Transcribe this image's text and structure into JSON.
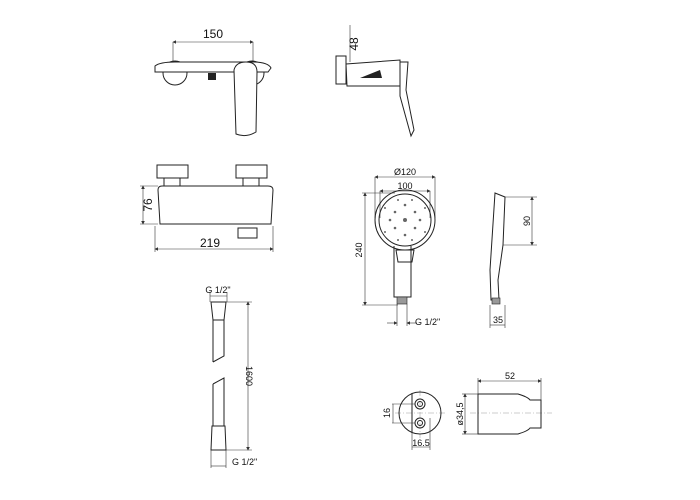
{
  "mixer": {
    "width_centers": "150",
    "depth": "48",
    "height": "76",
    "width": "219"
  },
  "hand_shower": {
    "diameter": "Ø120",
    "face": "100",
    "length": "240",
    "connection": "G 1/2\"",
    "head_height": "90",
    "thickness": "35"
  },
  "hose": {
    "top_connection": "G 1/2\"",
    "length": "1600",
    "bottom_connection": "G 1/2\""
  },
  "holder": {
    "hole_spacing": "16",
    "offset": "16.5",
    "length": "52",
    "diameter": "ø34,5"
  },
  "colors": {
    "line": "#222222",
    "background": "#ffffff"
  }
}
